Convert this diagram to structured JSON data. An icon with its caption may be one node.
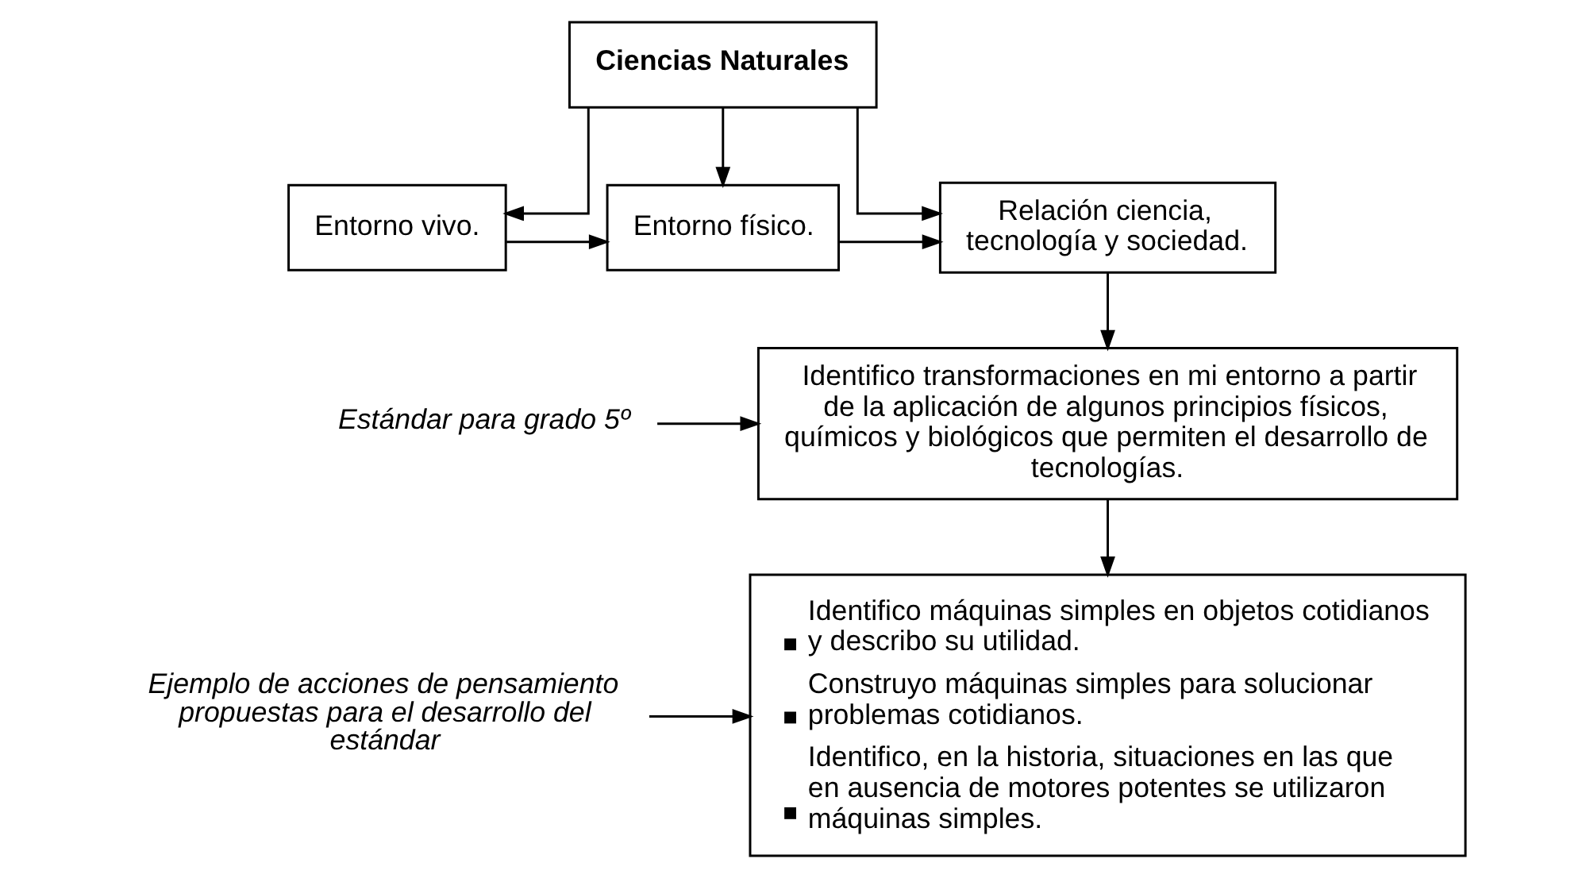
{
  "diagram": {
    "nodes": [
      {
        "text": [
          "Ciencias Naturales"
        ]
      },
      {
        "text": [
          "Entorno vivo."
        ]
      },
      {
        "text": [
          "Entorno físico."
        ]
      },
      {
        "text": [
          "Relación ciencia, tecnología y sociedad."
        ]
      },
      {
        "text": [
          "Identifico transformaciones en mi entorno a partir de la aplicación de algunos principios físicos, químicos y biológicos que permiten el desarrollo de tecnologías."
        ]
      },
      {
        "text": [
          "Estándar para grado 5º"
        ]
      },
      {
        "text": [
          "Ejemplo de acciones de pensamiento propuestas para el desarrollo del estándar"
        ]
      },
      {
        "text": [
          "Identifico máquinas simples en objetos cotidianos y describo su utilidad.",
          "Construyo máquinas simples para solucionar problemas cotidianos.",
          "Identifico, en la historia, situaciones en las que en ausencia de motores potentes se utilizaron máquinas simples."
        ]
      }
    ],
    "edges": [
      {
        "from": 0,
        "to": 1,
        "arrow": "to"
      },
      {
        "from": 0,
        "to": 2,
        "arrow": "to"
      },
      {
        "from": 0,
        "to": 3,
        "arrow": "to"
      },
      {
        "from": 1,
        "to": 2,
        "arrow": "to"
      },
      {
        "from": 2,
        "to": 3,
        "arrow": "to"
      },
      {
        "from": 3,
        "to": 4,
        "arrow": "to"
      },
      {
        "from": 5,
        "to": 4,
        "arrow": "to"
      },
      {
        "from": 4,
        "to": 7,
        "arrow": "to"
      },
      {
        "from": 6,
        "to": 7,
        "arrow": "to"
      }
    ]
  }
}
